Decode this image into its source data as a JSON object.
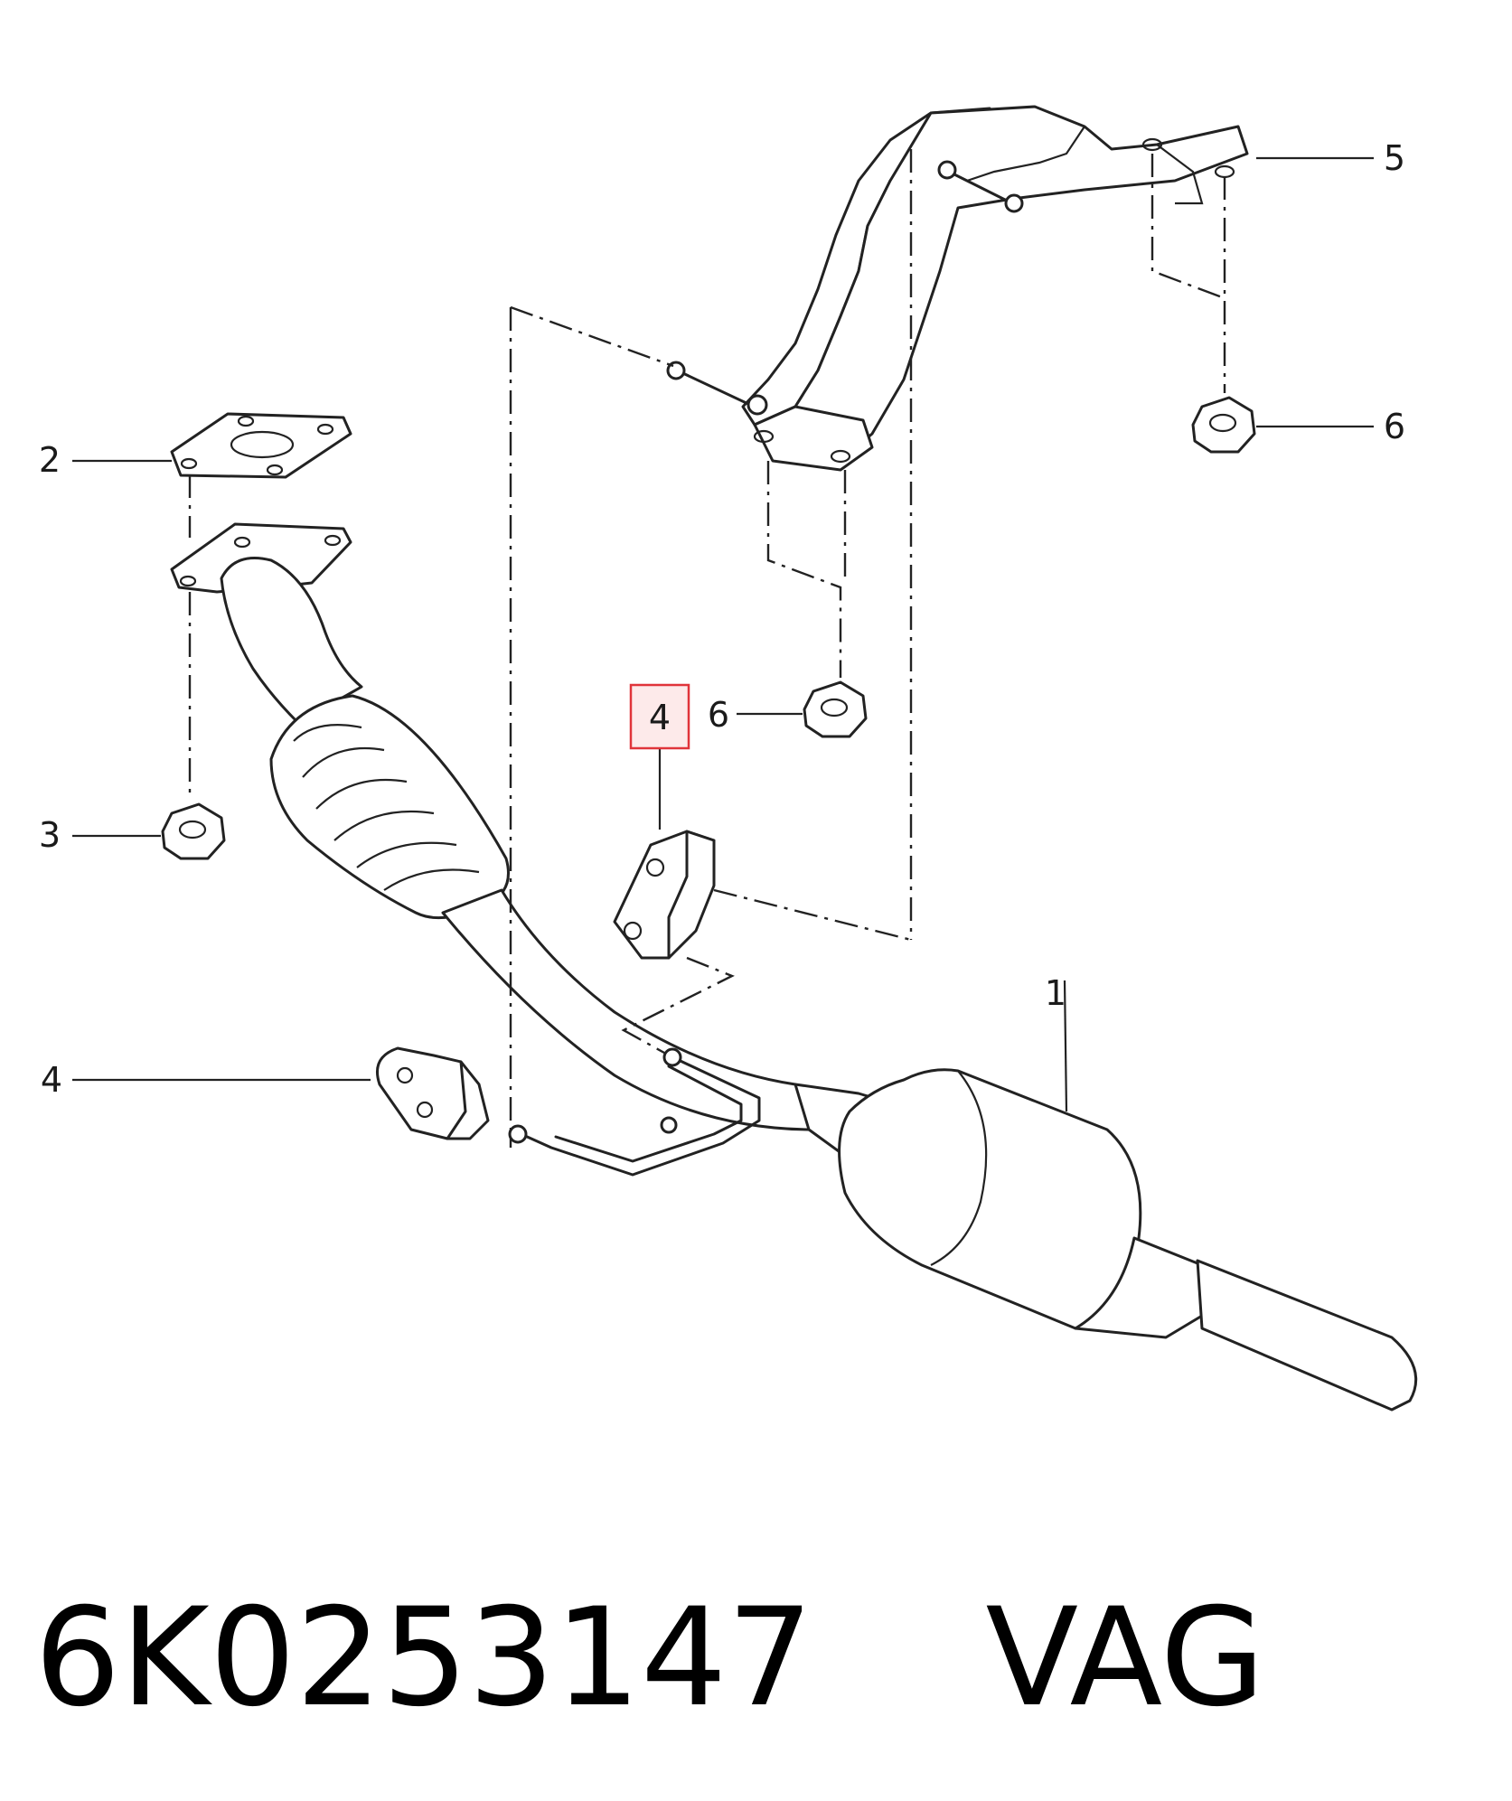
{
  "callouts": {
    "c1": "1",
    "c2": "2",
    "c3": "3",
    "c4_left": "4",
    "c4_highlight": "4",
    "c5": "5",
    "c6_top": "6",
    "c6_mid": "6"
  },
  "part_number": "6K0253147",
  "brand": "VAG",
  "colors": {
    "highlight": "#e0343a",
    "line": "#222222"
  }
}
